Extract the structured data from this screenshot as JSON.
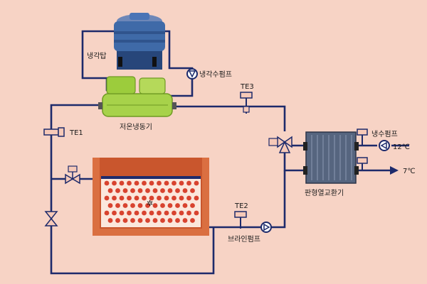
{
  "labels": {
    "cooling_tower": "냉각탑",
    "cooling_water_pump": "냉각수펌프",
    "low_temp_chiller": "저온냉동기",
    "te1": "TE1",
    "te2": "TE2",
    "te3": "TE3",
    "brine_pump": "브라인펌프",
    "plate_heat_exchanger": "판형열교환기",
    "chilled_water_pump": "냉수펌프",
    "temp_12c": "12℃",
    "temp_7c": "7℃"
  },
  "colors": {
    "background": "#f7d3c5",
    "pipe": "#1d2a6b",
    "component_fill": "#f6c9b8",
    "brick": "#c9562d",
    "brine_dot": "#d8432f",
    "chiller": "#9ccc3c",
    "tower": "#3f6aa8",
    "exchanger": "#56657f"
  },
  "icons": {
    "tower": "cooling-tower-icon",
    "chiller": "chiller-icon",
    "pump": "pump-icon",
    "valve": "three-way-valve-icon",
    "sensor": "temperature-sensor-icon",
    "exchanger": "plate-heat-exchanger-icon",
    "tank": "ice-storage-tank-icon"
  }
}
